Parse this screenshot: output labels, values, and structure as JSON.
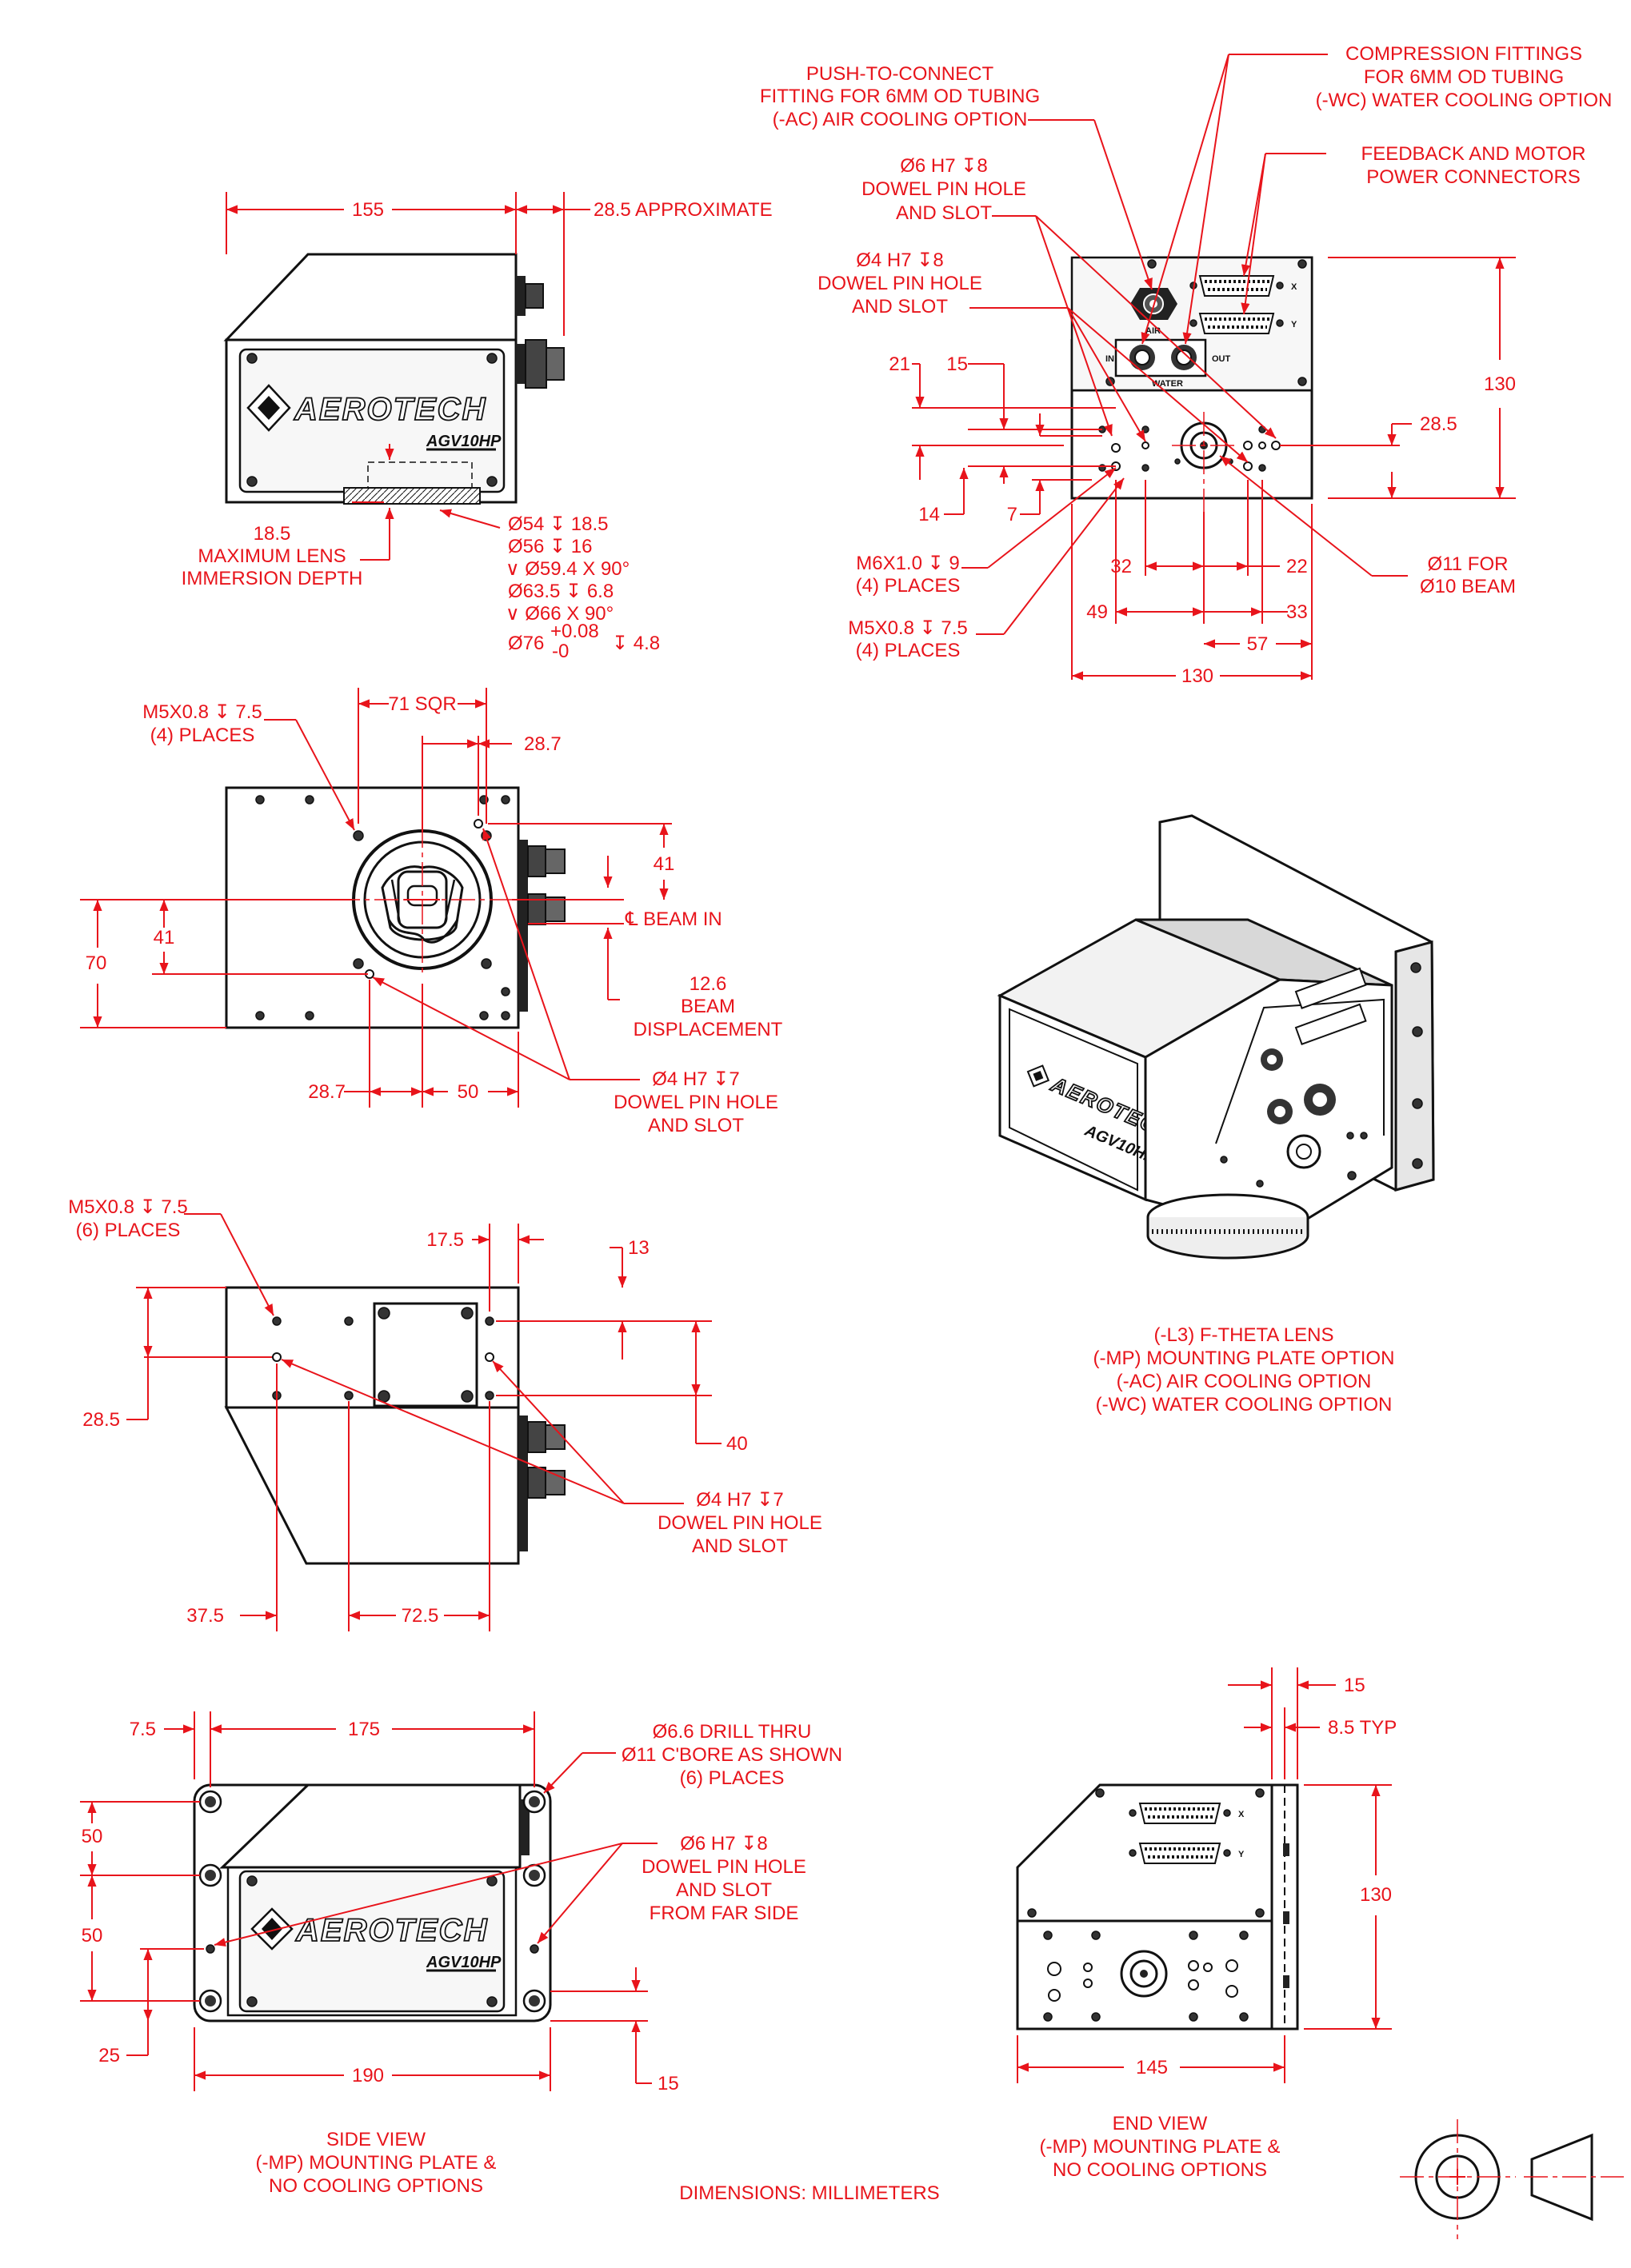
{
  "brand": {
    "logo_text": "AEROTECH",
    "model": "AGV10HP"
  },
  "top_side_view": {
    "dims": [
      "155",
      "28.5 APPROXIMATE"
    ],
    "lens_depth": [
      "18.5",
      "MAXIMUM LENS",
      "IMMERSION DEPTH"
    ],
    "lens_spec": [
      "Ø54 ↧ 18.5",
      "Ø56 ↧ 16",
      "∨ Ø59.4 X 90°",
      "Ø63.5 ↧ 6.8",
      "∨ Ø66 X 90°",
      "Ø76",
      "+0.08",
      "-0",
      "↧ 4.8"
    ]
  },
  "top_end_view": {
    "push_fit": [
      "PUSH-TO-CONNECT",
      "FITTING FOR 6MM OD TUBING",
      "(-AC) AIR COOLING OPTION"
    ],
    "compression": [
      "COMPRESSION FITTINGS",
      "FOR 6MM OD TUBING",
      "(-WC) WATER COOLING OPTION"
    ],
    "feedback": [
      "FEEDBACK AND MOTOR",
      "POWER CONNECTORS"
    ],
    "dowel6": [
      "Ø6 H7 ↧8",
      "DOWEL PIN HOLE",
      "AND SLOT"
    ],
    "dowel4": [
      "Ø4 H7 ↧8",
      "DOWEL PIN HOLE",
      "AND SLOT"
    ],
    "m6": [
      "M6X1.0 ↧ 9",
      "(4) PLACES"
    ],
    "m5": [
      "M5X0.8 ↧ 7.5",
      "(4) PLACES"
    ],
    "beam": [
      "Ø11 FOR",
      "Ø10 BEAM"
    ],
    "panel_labels": {
      "air": "AIR",
      "water": "WATER",
      "in": "IN",
      "out": "OUT",
      "x": "X",
      "y": "Y"
    },
    "dims": {
      "d130v": "130",
      "d28_5": "28.5",
      "d21": "21",
      "d15": "15",
      "d14": "14",
      "d7": "7",
      "d32": "32",
      "d22": "22",
      "d49": "49",
      "d33": "33",
      "d57": "57",
      "d130h": "130"
    }
  },
  "bottom_view": {
    "m5": [
      "M5X0.8 ↧ 7.5",
      "(4) PLACES"
    ],
    "dims": {
      "sqr": "71 SQR",
      "d28_7a": "28.7",
      "d41a": "41",
      "d41b": "41",
      "d70": "70",
      "d28_7b": "28.7",
      "d50": "50"
    },
    "beam_in": "℄ BEAM IN",
    "disp": [
      "12.6",
      "BEAM",
      "DISPLACEMENT"
    ],
    "dowel": [
      "Ø4 H7 ↧7",
      "DOWEL PIN HOLE",
      "AND SLOT"
    ]
  },
  "top_view": {
    "m5": [
      "M5X0.8 ↧ 7.5",
      "(6) PLACES"
    ],
    "dims": {
      "d17_5": "17.5",
      "d13": "13",
      "d28_5": "28.5",
      "d40": "40",
      "d37_5": "37.5",
      "d72_5": "72.5"
    },
    "dowel": [
      "Ø4 H7 ↧7",
      "DOWEL PIN HOLE",
      "AND SLOT"
    ]
  },
  "iso_caption": [
    "(-L3) F-THETA LENS",
    "(-MP) MOUNTING PLATE OPTION",
    "(-AC) AIR COOLING OPTION",
    "(-WC) WATER COOLING OPTION"
  ],
  "mp_side_view": {
    "dims": {
      "d7_5": "7.5",
      "d175": "175",
      "d50a": "50",
      "d50b": "50",
      "d25": "25",
      "d190": "190",
      "d15": "15"
    },
    "drill": [
      "Ø6.6 DRILL THRU",
      "Ø11 C'BORE AS SHOWN",
      "(6) PLACES"
    ],
    "dowel": [
      "Ø6 H7 ↧8",
      "DOWEL PIN HOLE",
      "AND SLOT",
      "FROM FAR SIDE"
    ],
    "caption": [
      "SIDE VIEW",
      "(-MP) MOUNTING PLATE &",
      "NO COOLING OPTIONS"
    ]
  },
  "mp_end_view": {
    "dims": {
      "d15": "15",
      "d8_5": "8.5 TYP",
      "d130": "130",
      "d145": "145"
    },
    "caption": [
      "END VIEW",
      "(-MP) MOUNTING PLATE &",
      "NO COOLING OPTIONS"
    ],
    "conn": {
      "x": "X",
      "y": "Y"
    }
  },
  "units": "DIMENSIONS:  MILLIMETERS"
}
